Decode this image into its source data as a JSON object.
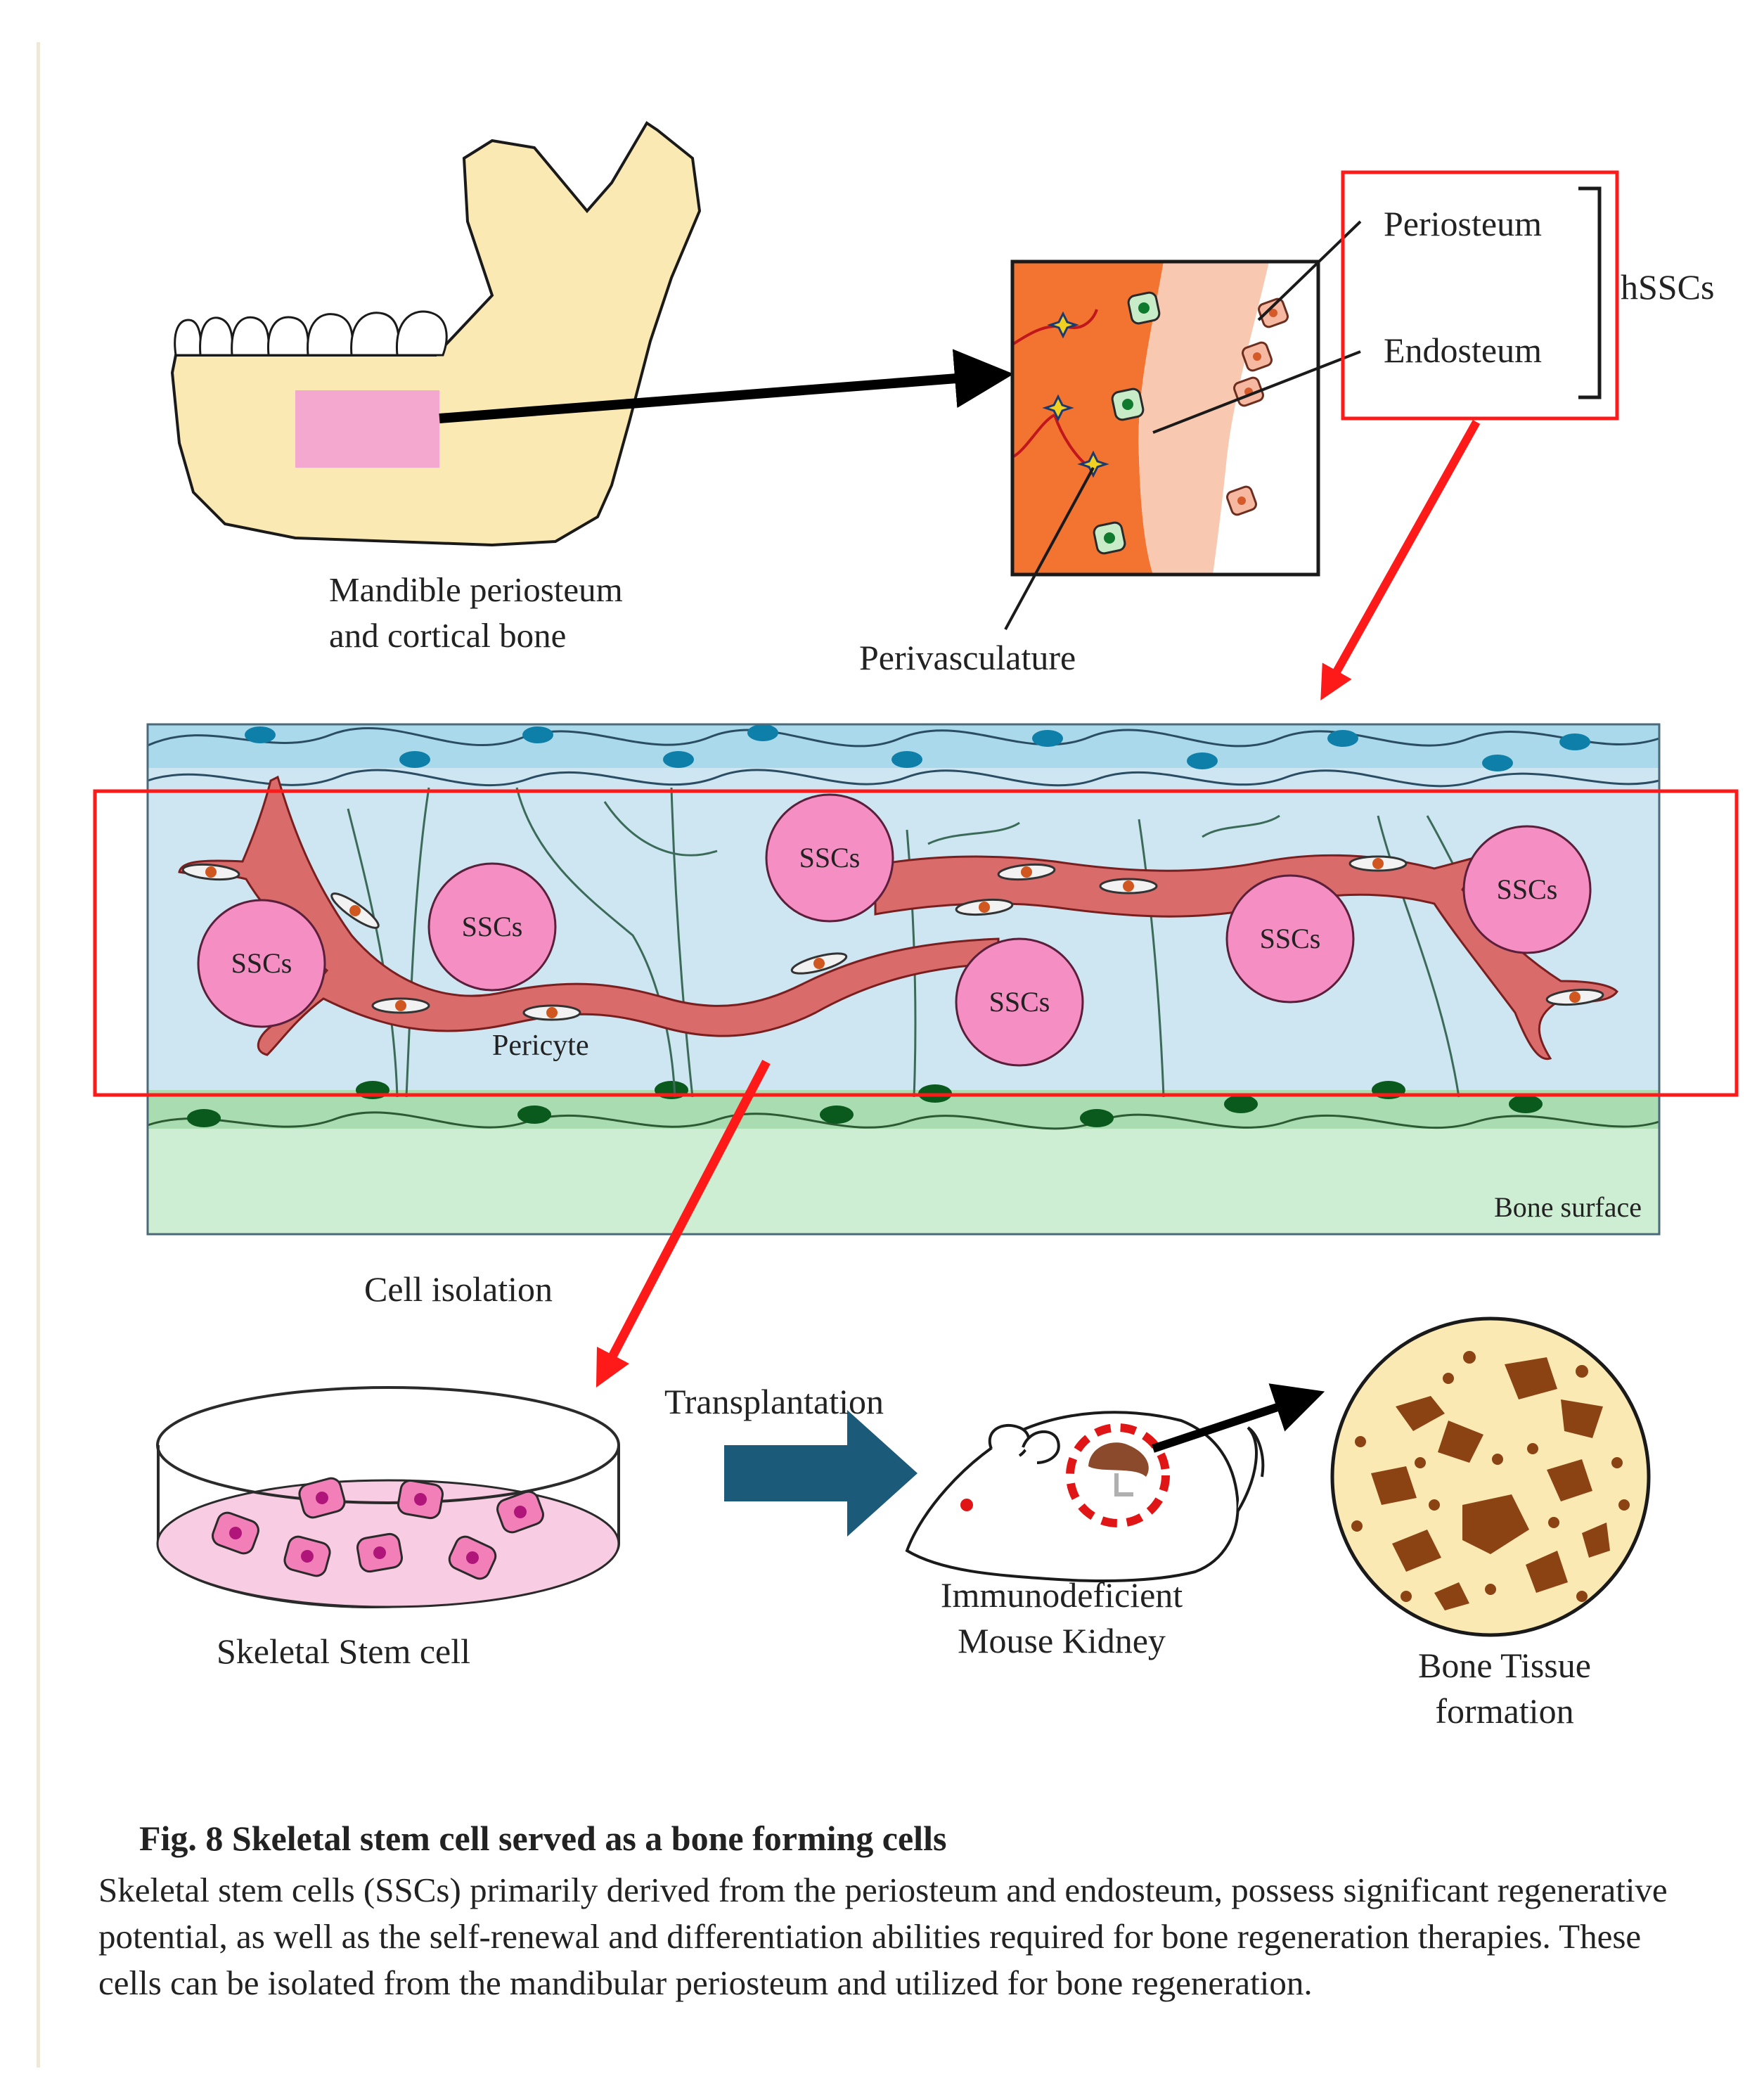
{
  "labels": {
    "mandible": [
      "Mandible periosteum",
      "and cortical bone"
    ],
    "periosteum": "Periosteum",
    "endosteum": "Endosteum",
    "hsscs": "hSSCs",
    "perivasculature": "Perivasculature",
    "sscs": "SSCs",
    "pericyte": "Pericyte",
    "bone_surface": "Bone surface",
    "cell_isolation": "Cell isolation",
    "transplantation": "Transplantation",
    "skeletal_stem_cell": "Skeletal Stem cell",
    "mouse_kidney": [
      "Immunodeficient",
      "Mouse Kidney"
    ],
    "bone_tissue": [
      "Bone Tissue",
      "formation"
    ]
  },
  "caption": {
    "title": "Fig. 8  Skeletal stem cell served as a bone forming cells",
    "body": "Skeletal stem cells (SSCs) primarily derived from the periosteum and endosteum, possess significant regenerative potential, as well as the self-renewal and differentiation abilities required for bone regeneration therapies. These cells can be isolated from the mandibular periosteum and utilized for bone regeneration."
  },
  "colors": {
    "bone": "#fbe9b4",
    "red_highlight": "#ff1a1a",
    "vessel": "#d96b6b",
    "sscs_circle": "#f58ec2",
    "periosteum_tissue": "#c8e4f0",
    "bone_layer": "#cdeed2",
    "orange_marrow": "#f27430",
    "arrow_blue": "#1b5a78",
    "tissue_brown": "#8b4313"
  }
}
